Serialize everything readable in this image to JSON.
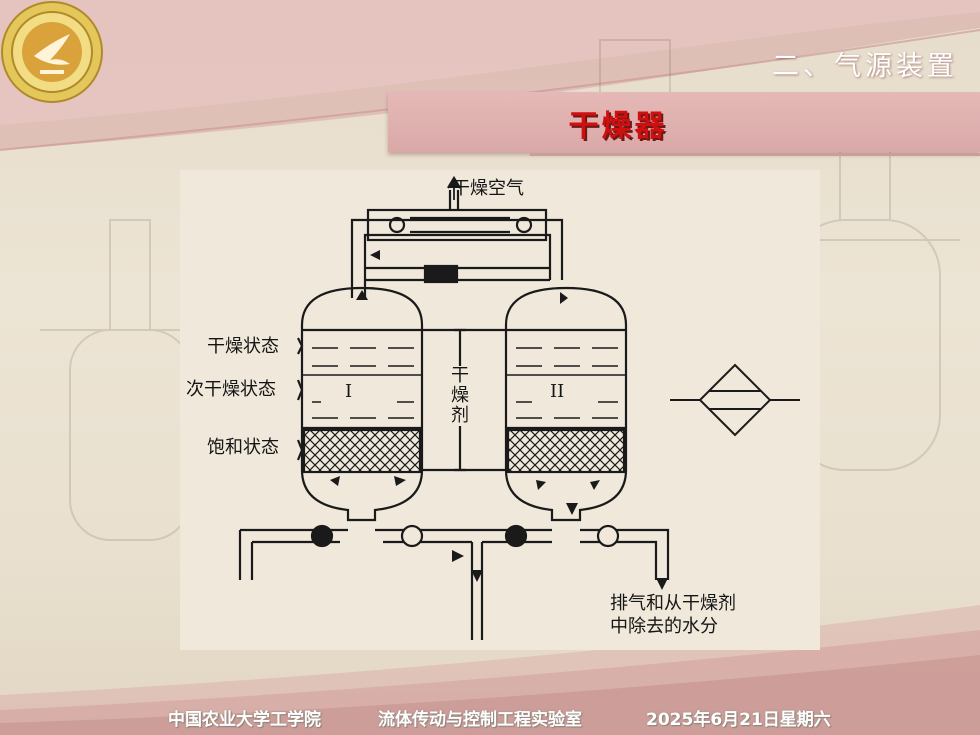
{
  "header": {
    "section_title": "二、气源装置",
    "slide_title": "干燥器"
  },
  "diagram": {
    "top_label": "干燥空气",
    "left_labels": [
      "干燥状态",
      "次干燥状态",
      "饱和状态"
    ],
    "vertical_label": "干燥剂",
    "tank_labels": [
      "I",
      "II"
    ],
    "exhaust_label_line1": "排气和从干燥剂",
    "exhaust_label_line2": "中除去的水分"
  },
  "footer": {
    "institution": "中国农业大学工学院",
    "lab": "流体传动与控制工程实验室",
    "date": "2025年6月21日星期六"
  },
  "colors": {
    "title_red": "#d10f0f",
    "title_bar": "#e1b3b1",
    "band": "#d9a9a8"
  }
}
